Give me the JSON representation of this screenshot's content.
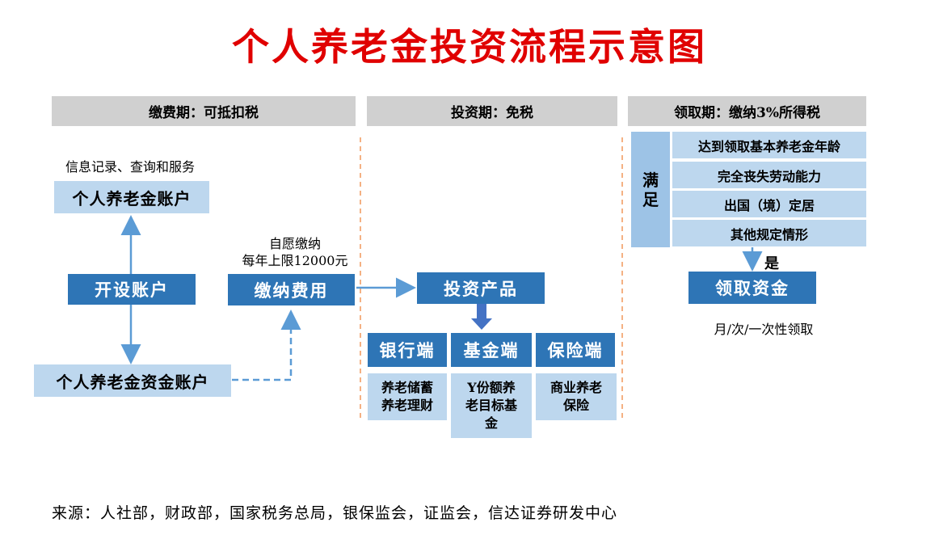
{
  "title": "个人养老金投资流程示意图",
  "phases": {
    "contribution": "缴费期：可抵扣税",
    "investment": "投资期：免税",
    "withdrawal": "领取期：缴纳3%所得税"
  },
  "account": {
    "note": "信息记录、查询和服务",
    "personal_account": "个人养老金账户",
    "open_account": "开设账户",
    "fund_account": "个人养老金资金账户"
  },
  "payment": {
    "note_line1": "自愿缴纳",
    "note_line2": "每年上限12000元",
    "pay_fee": "缴纳费用"
  },
  "investment": {
    "products": "投资产品",
    "channels": [
      "银行端",
      "基金端",
      "保险端"
    ],
    "bank_items": [
      "养老储蓄",
      "养老理财"
    ],
    "fund_items": [
      "Y份额养",
      "老目标基",
      "金"
    ],
    "insurance_items": [
      "商业养老",
      "保险"
    ]
  },
  "withdrawal": {
    "satisfy": [
      "满",
      "足"
    ],
    "conditions": [
      "达到领取基本养老金年龄",
      "完全丧失劳动能力",
      "出国（境）定居",
      "其他规定情形"
    ],
    "yes": "是",
    "receive": "领取资金",
    "frequency": "月/次/一次性领取"
  },
  "source": "来源：人社部，财政部，国家税务总局，银保监会，证监会，信达证券研发中心",
  "colors": {
    "title": "#e00000",
    "dark_box": "#2e75b6",
    "light_box": "#bdd7ee",
    "phase_bar": "#d0d0d0",
    "arrow": "#5b9bd5",
    "divider": "#f4b183"
  }
}
